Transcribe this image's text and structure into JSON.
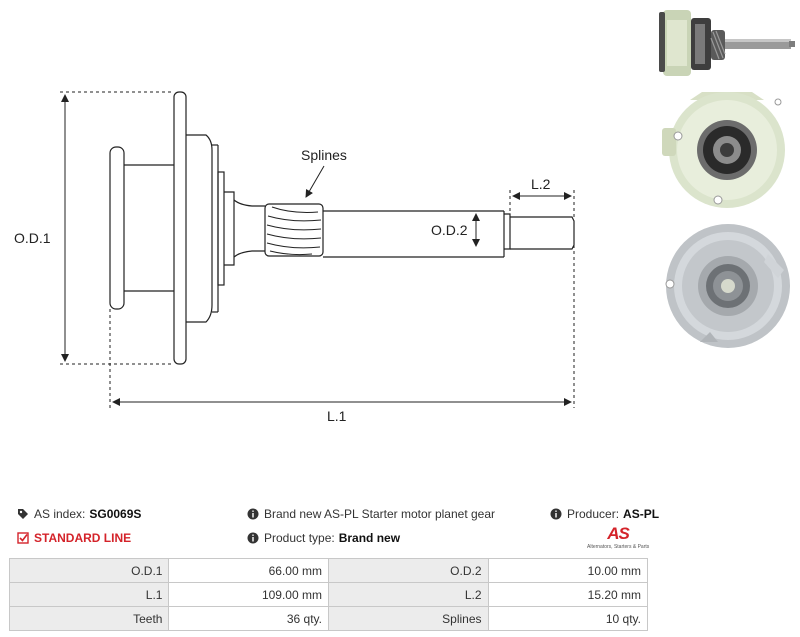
{
  "drawing": {
    "labels": {
      "od1": "O.D.1",
      "od2": "O.D.2",
      "l1": "L.1",
      "l2": "L.2",
      "splines": "Splines"
    }
  },
  "info": {
    "as_index_label": "AS index:",
    "as_index_value": "SG0069S",
    "description": "Brand new AS-PL Starter motor planet gear",
    "producer_label": "Producer:",
    "producer_value": "AS-PL",
    "line": "STANDARD LINE",
    "product_type_label": "Product type:",
    "product_type_value": "Brand new"
  },
  "logo": {
    "mark": "AS",
    "tagline": "Alternators, Starters & Parts"
  },
  "specs": [
    {
      "l1": "O.D.1",
      "v1": "66.00 mm",
      "l2": "O.D.2",
      "v2": "10.00 mm"
    },
    {
      "l1": "L.1",
      "v1": "109.00 mm",
      "l2": "L.2",
      "v2": "15.20 mm"
    },
    {
      "l1": "Teeth",
      "v1": "36 qty.",
      "l2": "Splines",
      "v2": "10 qty."
    }
  ],
  "colors": {
    "accent": "#d4232a",
    "table_label_bg": "#ececec",
    "table_border": "#c8c8c8"
  }
}
